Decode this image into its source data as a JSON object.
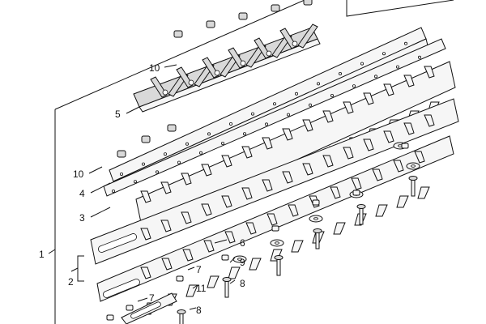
{
  "callouts": {
    "c1": "1",
    "c2": "2",
    "c3": "3",
    "c4": "4",
    "c5": "5",
    "c6": "6",
    "c7a": "7",
    "c7b": "7",
    "c8a": "8",
    "c8b": "8",
    "c9": "9",
    "c10a": "10",
    "c10b": "10",
    "c11": "11"
  }
}
